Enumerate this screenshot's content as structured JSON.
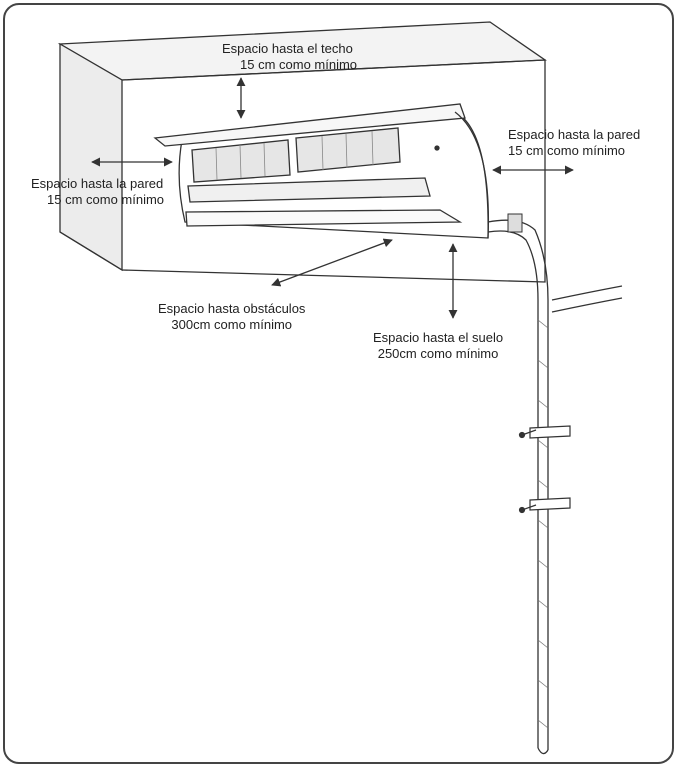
{
  "labels": {
    "ceiling": {
      "line1": "Espacio hasta el techo",
      "line2": "15 cm como mínimo"
    },
    "wall_left": {
      "line1": "Espacio hasta la pared",
      "line2": "15 cm como mínimo"
    },
    "wall_right": {
      "line1": "Espacio hasta la pared",
      "line2": "15 cm como mínimo"
    },
    "obstacles": {
      "line1": "Espacio hasta obstáculos",
      "line2": "300cm como mínimo"
    },
    "floor": {
      "line1": "Espacio hasta el suelo",
      "line2": "250cm como mínimo"
    }
  },
  "colors": {
    "line": "#333333",
    "frame": "#444444"
  }
}
